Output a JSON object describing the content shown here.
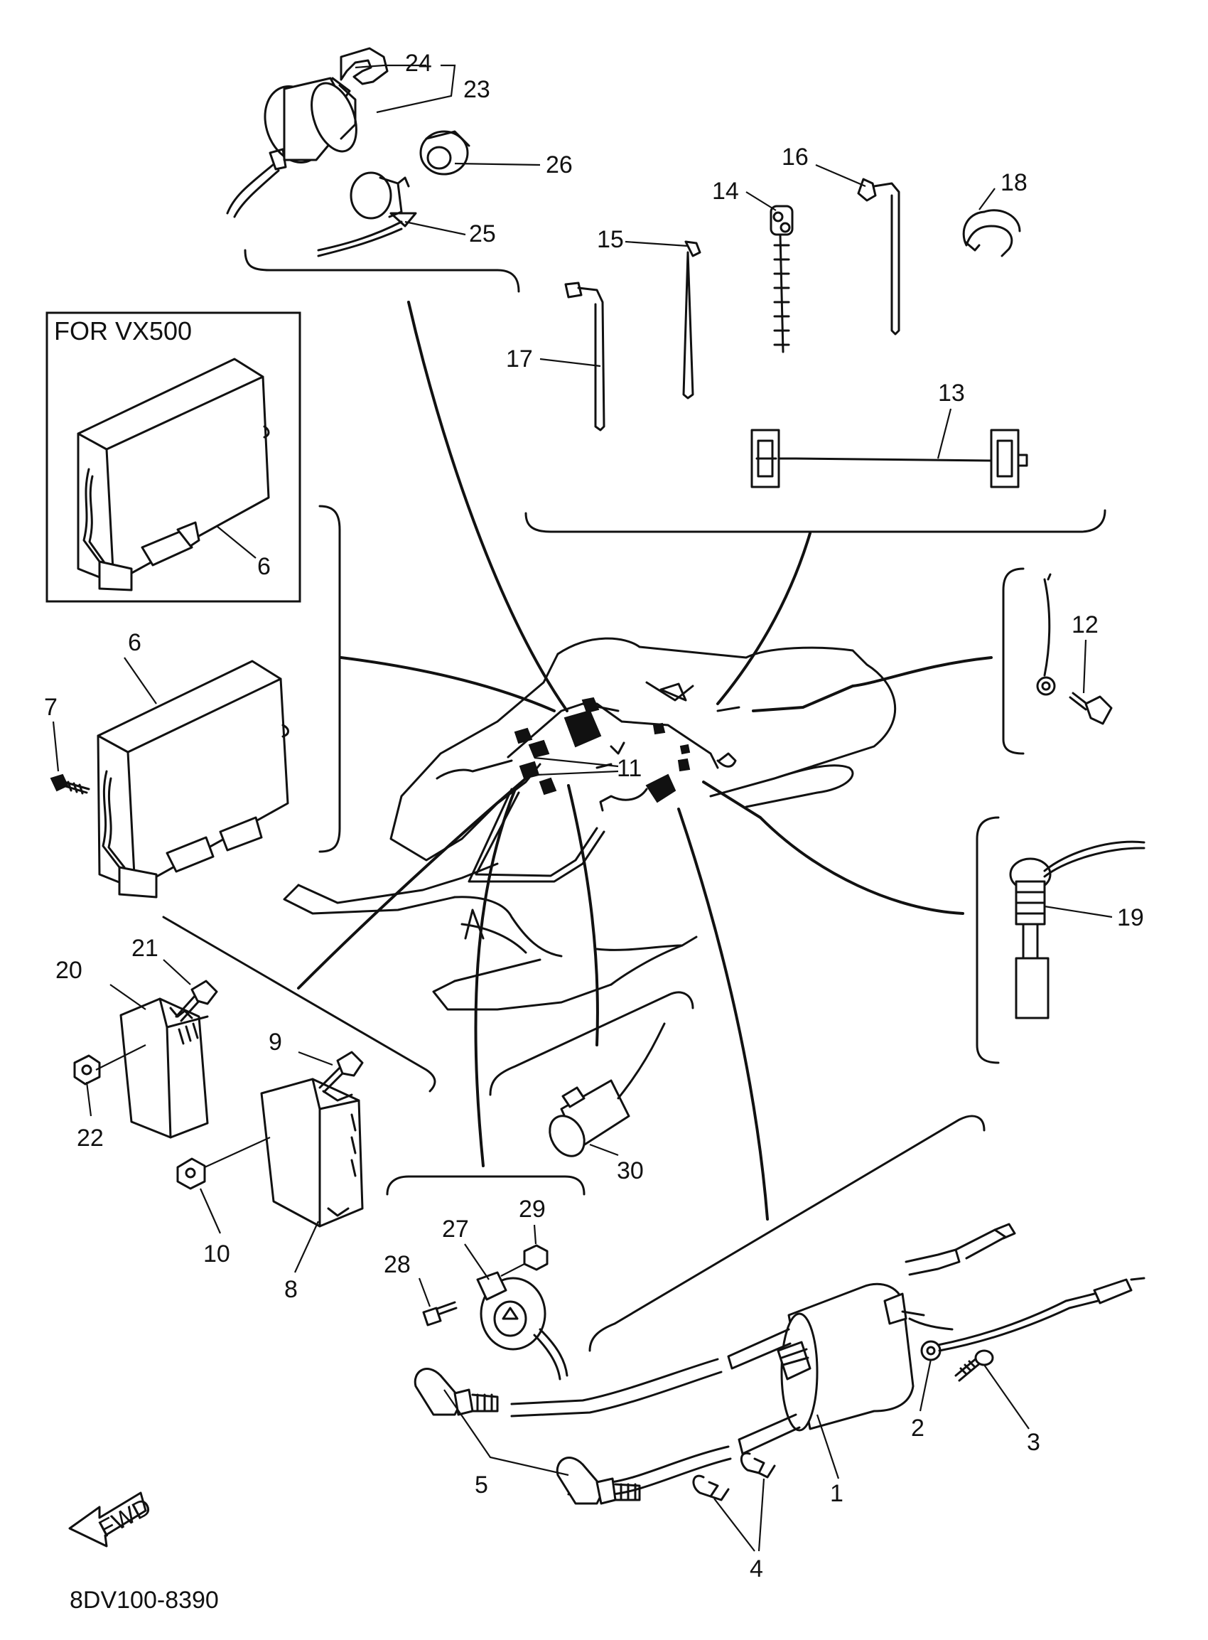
{
  "diagram": {
    "inset_title": "FOR VX500",
    "drawing_code": "8DV100-8390",
    "fwd_label": "FWD",
    "callouts": {
      "c1": "1",
      "c2": "2",
      "c3": "3",
      "c4": "4",
      "c5": "5",
      "c6a": "6",
      "c6b": "6",
      "c7": "7",
      "c8": "8",
      "c9": "9",
      "c10": "10",
      "c11": "11",
      "c12": "12",
      "c13": "13",
      "c14": "14",
      "c15": "15",
      "c16": "16",
      "c17": "17",
      "c18": "18",
      "c19": "19",
      "c20": "20",
      "c21": "21",
      "c22": "22",
      "c23": "23",
      "c24": "24",
      "c25": "25",
      "c26": "26",
      "c27": "27",
      "c28": "28",
      "c29": "29",
      "c30": "30"
    }
  }
}
